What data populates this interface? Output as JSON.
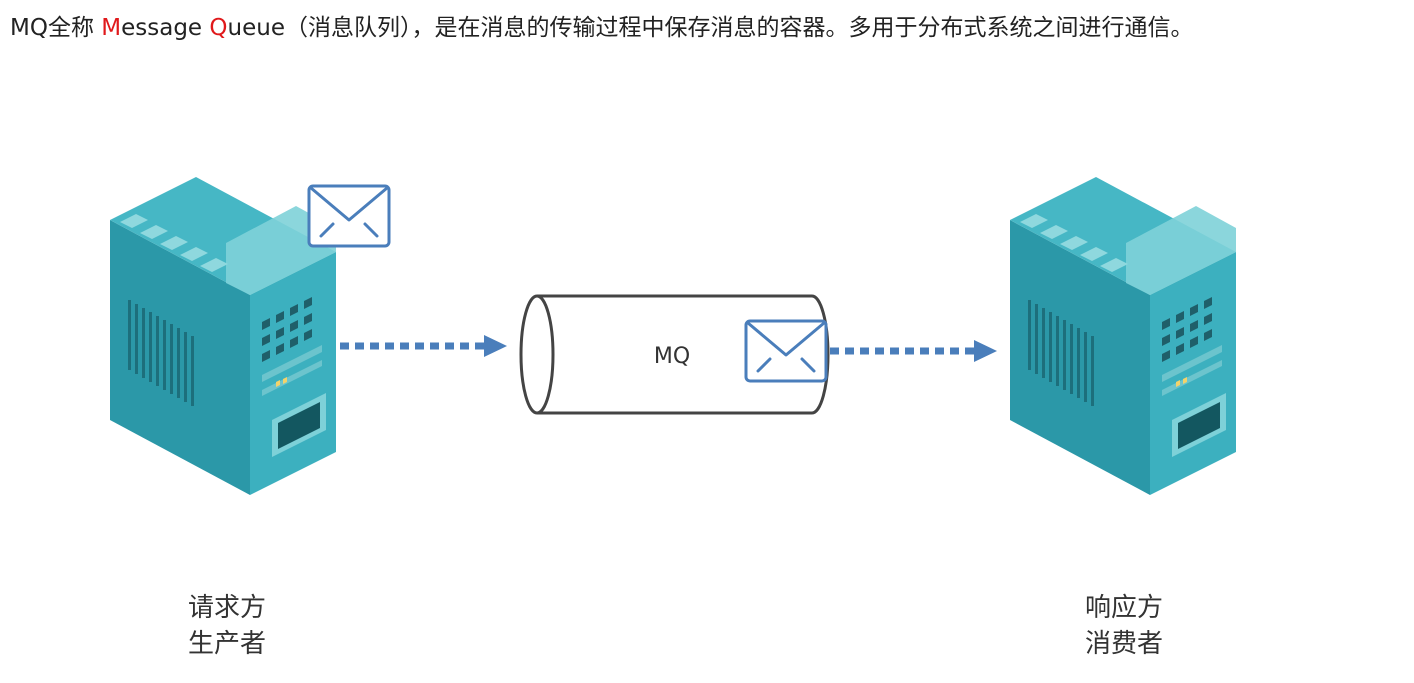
{
  "intro": {
    "prefix": "MQ全称 ",
    "word1_initial": "M",
    "word1_rest": "essage ",
    "word2_initial": "Q",
    "word2_rest": "ueue（消息队列），是在消息的传输过程中保存消息的容器。多用于分布式系统之间进行通信。"
  },
  "queue_label": "MQ",
  "producer": {
    "line1": "请求方",
    "line2": "生产者"
  },
  "consumer": {
    "line1": "响应方",
    "line2": "消费者"
  },
  "icons": {
    "server": "server-icon",
    "message": "envelope-icon",
    "arrow": "dotted-arrow"
  },
  "colors": {
    "highlight": "#e0191b",
    "server_side": "#3aa9b8",
    "server_front": "#2a8f9e",
    "server_top": "#7dcfd6",
    "arrow": "#4a7ebb",
    "envelope": "#4a7ebb",
    "queue_stroke": "#444444"
  }
}
